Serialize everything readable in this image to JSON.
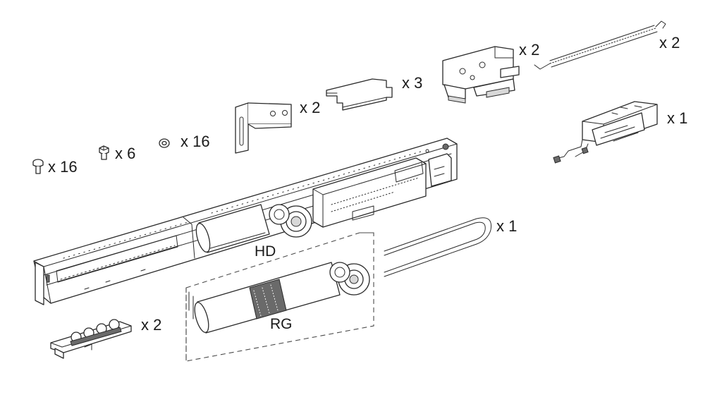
{
  "diagram": {
    "labels": {
      "screw_qty": "x 16",
      "bolt_qty": "x 6",
      "washer_qty": "x 16",
      "l_bracket_qty": "x 2",
      "plate_qty": "x 3",
      "clamp_qty": "x 2",
      "spring_qty": "x 2",
      "module_qty": "x 1",
      "belt_qty": "x 1",
      "carriage_qty": "x 2",
      "motor_hd": "HD",
      "motor_rg": "RG"
    }
  }
}
